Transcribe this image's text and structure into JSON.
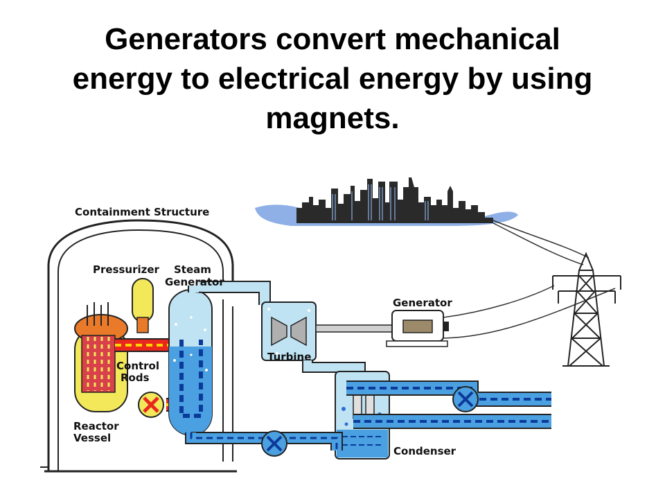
{
  "slide": {
    "title_lines": [
      "Generators convert mechanical",
      "energy to electrical energy by using",
      "magnets."
    ]
  },
  "diagram": {
    "labels": {
      "containment_structure": "Containment Structure",
      "pressurizer": "Pressurizer",
      "steam_generator_line1": "Steam",
      "steam_generator_line2": "Generator",
      "control_rods_line1": "Control",
      "control_rods_line2": "Rods",
      "reactor_vessel_line1": "Reactor",
      "reactor_vessel_line2": "Vessel",
      "turbine": "Turbine",
      "generator": "Generator",
      "condenser": "Condenser"
    },
    "colors": {
      "hot_coolant": "#e8281e",
      "hot_coolant_dash": "#ffd400",
      "reactor_yellow": "#f2e85a",
      "core_orange": "#e87a2a",
      "steam_light_blue": "#bfe3f2",
      "water_blue": "#4aa0e0",
      "cool_water": "#2a6fd6",
      "cool_water_dash": "#0b3a9a",
      "city_sky": "#8fb0e6"
    }
  }
}
